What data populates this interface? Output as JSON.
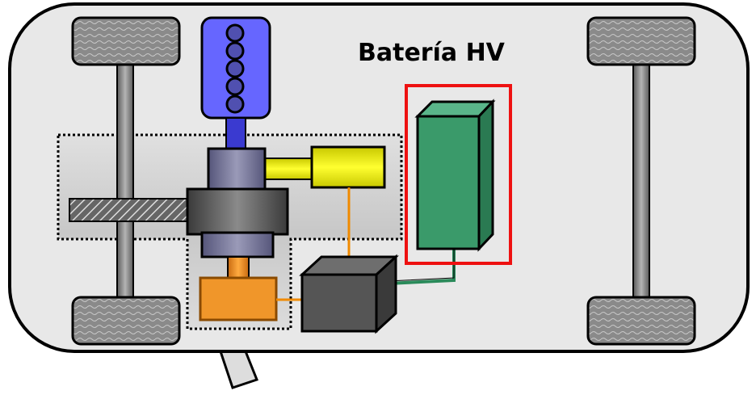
{
  "diagram": {
    "battery_label": "Batería HV"
  },
  "colors": {
    "background": "#ffffff",
    "chassis_fill": "#e8e8e8",
    "chassis_stroke": "#000000",
    "tire": "#808080",
    "axle": "#8c8c8c",
    "engine_block": "#6666ff",
    "engine_neck": "#3a3ad0",
    "transmission": "#7a7a9a",
    "generator": "#f0f000",
    "motor": "#f0962a",
    "inverter": "#555555",
    "battery": "#3a9a6a",
    "battery_highlight": "#ee1111",
    "high_voltage_wire": "#2a8a5a",
    "orange_wire": "#f08a00"
  },
  "icons": [
    "car-chassis",
    "wheel",
    "engine",
    "transmission",
    "generator",
    "electric-motor",
    "power-control-unit",
    "battery",
    "steering-wheel"
  ]
}
